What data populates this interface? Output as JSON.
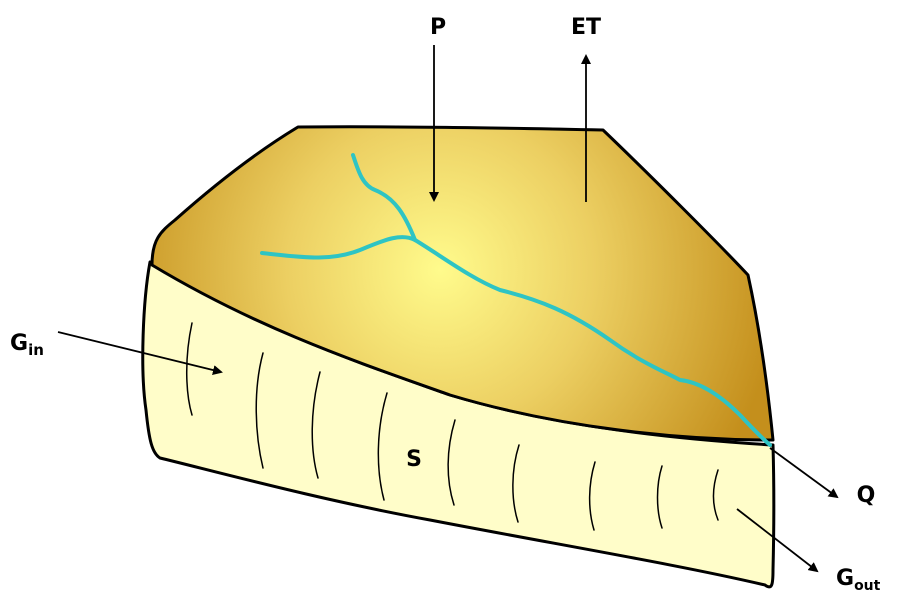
{
  "labels": {
    "precipitation": "P",
    "evapotranspiration": "ET",
    "groundwater_in": "G",
    "groundwater_in_sub": "in",
    "storage": "S",
    "discharge": "Q",
    "groundwater_out": "G",
    "groundwater_out_sub": "out"
  },
  "colors": {
    "top_surface_center": "#fffb8c",
    "top_surface_edge": "#c48f1c",
    "side_fill": "#fffdc9",
    "river": "#2ec4c4",
    "outline": "#000000"
  }
}
